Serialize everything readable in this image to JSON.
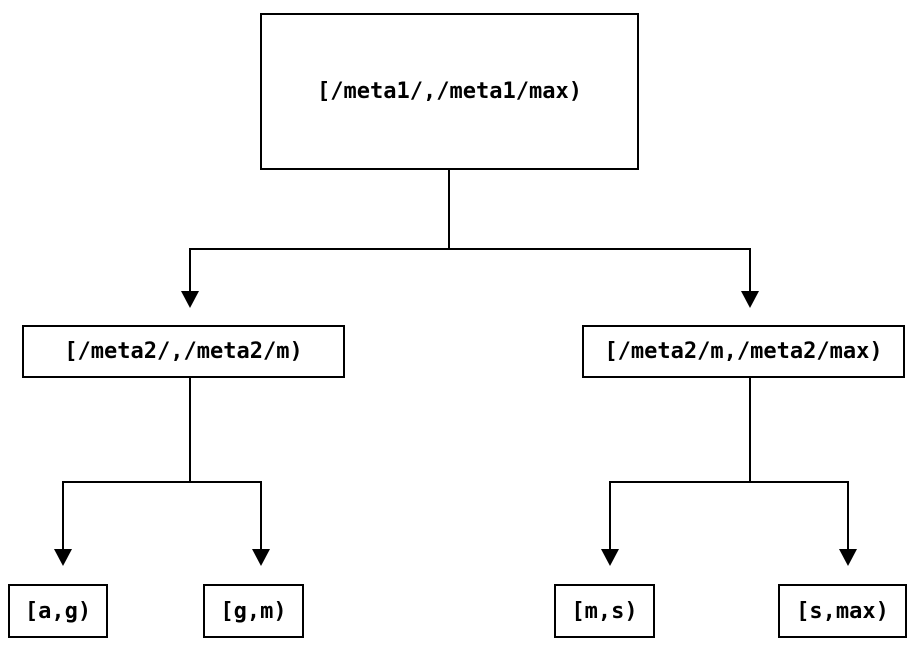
{
  "colors": {
    "background": "#ffffff",
    "line": "#000000",
    "text": "#000000"
  },
  "tree": {
    "nodes": {
      "root": {
        "label": "[/meta1/,/meta1/max)"
      },
      "meta2_left": {
        "label": "[/meta2/,/meta2/m)"
      },
      "meta2_right": {
        "label": "[/meta2/m,/meta2/max)"
      },
      "leaf_a_g": {
        "label": "[a,g)"
      },
      "leaf_g_m": {
        "label": "[g,m)"
      },
      "leaf_m_s": {
        "label": "[m,s)"
      },
      "leaf_s_max": {
        "label": "[s,max)"
      }
    },
    "edges": [
      {
        "from": "root",
        "to": "meta2_left"
      },
      {
        "from": "root",
        "to": "meta2_right"
      },
      {
        "from": "meta2_left",
        "to": "leaf_a_g"
      },
      {
        "from": "meta2_left",
        "to": "leaf_g_m"
      },
      {
        "from": "meta2_right",
        "to": "leaf_m_s"
      },
      {
        "from": "meta2_right",
        "to": "leaf_s_max"
      }
    ]
  }
}
